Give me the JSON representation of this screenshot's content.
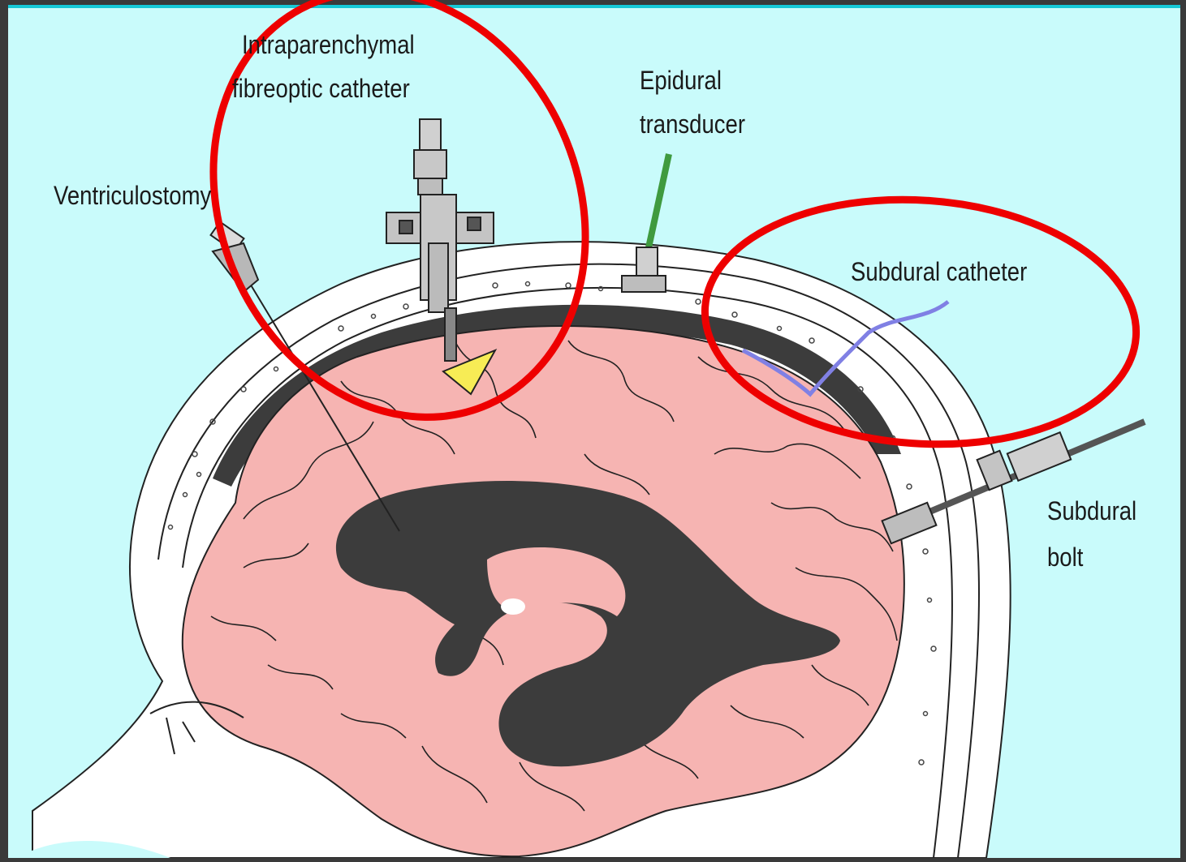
{
  "diagram": {
    "labels": {
      "intraparenchymal_line1": "Intraparenchymal",
      "intraparenchymal_line2": "fibreoptic catheter",
      "epidural_line1": "Epidural",
      "epidural_line2": "transducer",
      "ventriculostomy": "Ventriculostomy",
      "subdural_catheter": "Subdural catheter",
      "subdural_bolt_line1": "Subdural",
      "subdural_bolt_line2": "bolt"
    },
    "highlights": [
      "intraparenchymal-fibreoptic-catheter",
      "subdural-catheter"
    ]
  },
  "colors": {
    "background": "#c9fbfb",
    "frame": "#3a3a3a",
    "top_bar": "#16c8d6",
    "brain": "#f6b4b2",
    "ventricle": "#3c3c3c",
    "skull": "#ffffff",
    "highlight_ring": "#ee0000",
    "sensor_tip": "#f7ec55",
    "subdural_catheter": "#8080e4",
    "epidural_wire": "#3f9a3f"
  }
}
